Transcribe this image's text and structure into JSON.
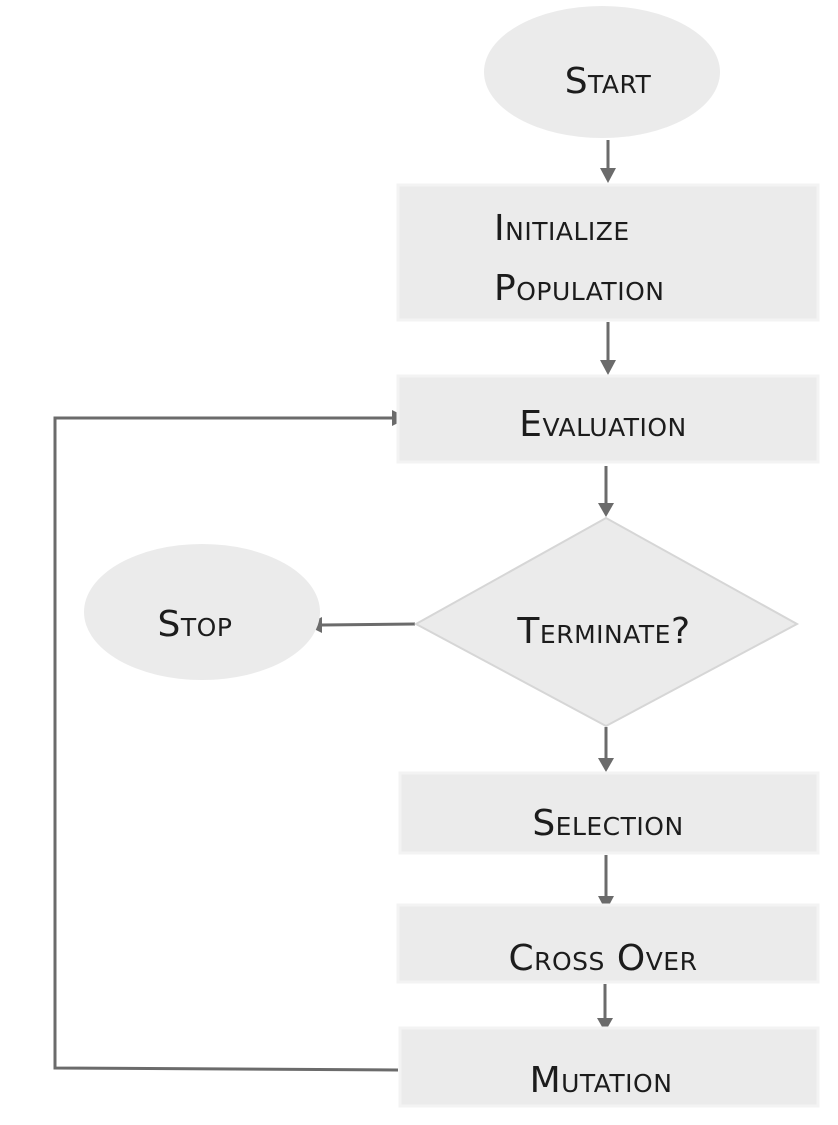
{
  "diagram": {
    "nodes": {
      "start": "Start",
      "initialize_line1": "Initialize",
      "initialize_line2": "Population",
      "evaluation": "Evaluation",
      "terminate": "Terminate?",
      "stop": "Stop",
      "selection": "Selection",
      "crossover": "Cross Over",
      "mutation": "Mutation"
    }
  }
}
